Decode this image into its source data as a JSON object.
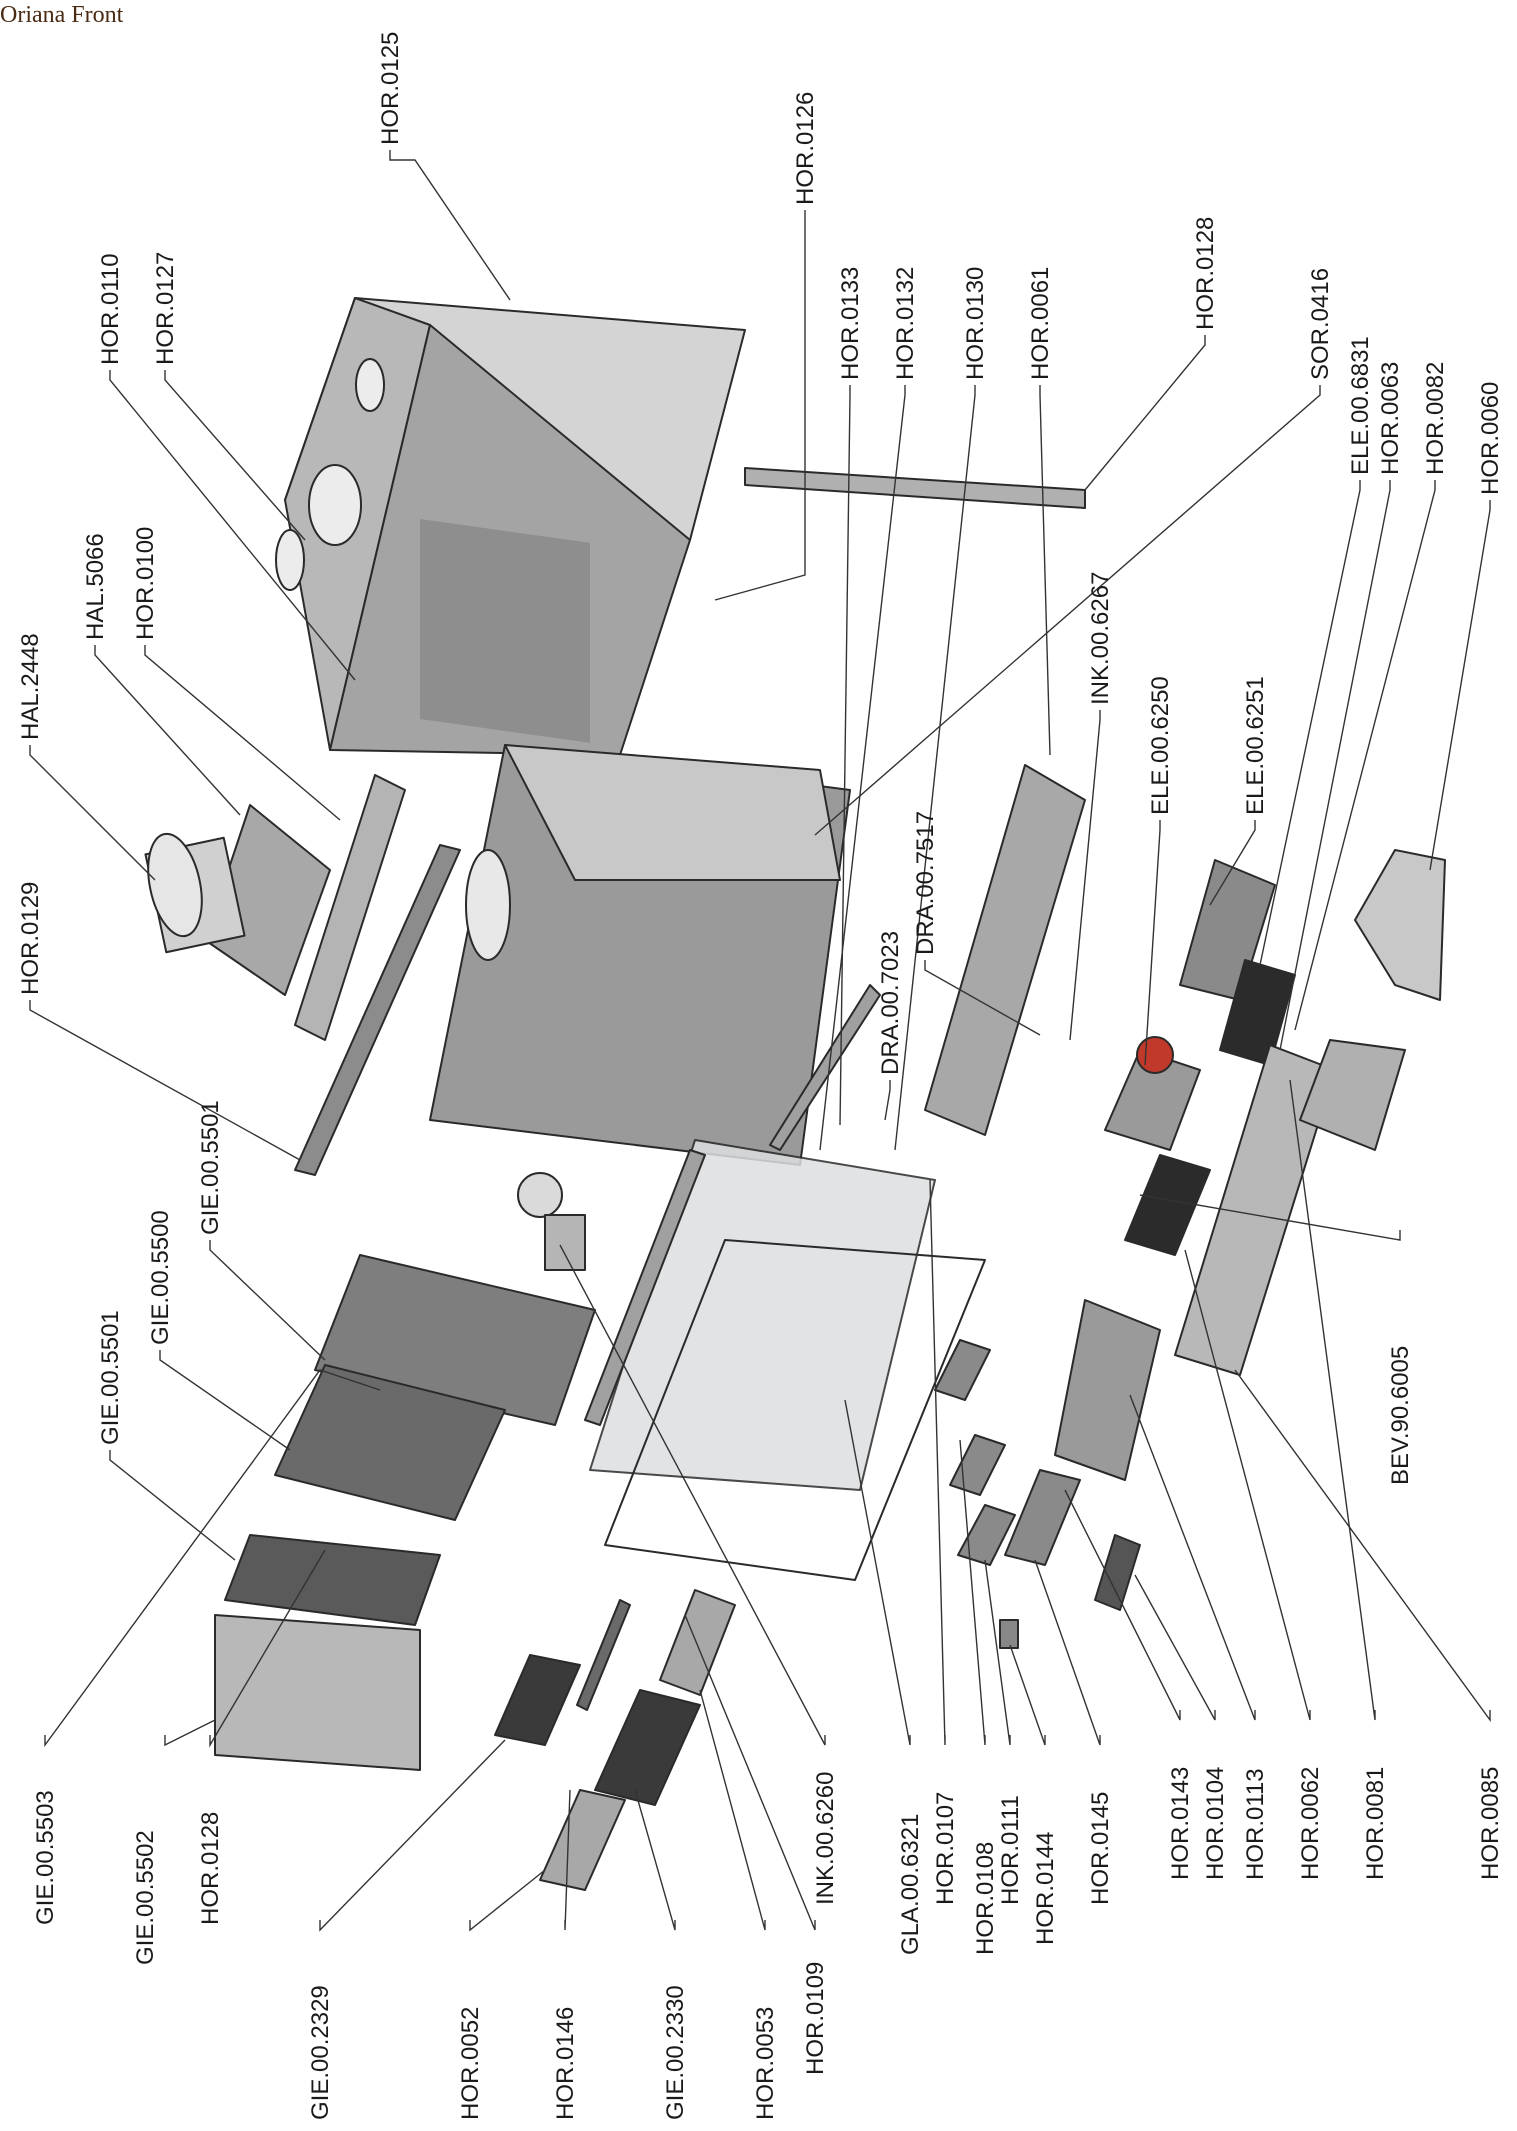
{
  "title": "Oriana Front",
  "colors": {
    "part_fill": "#b8b8b8",
    "part_fill_dark": "#8e8e8e",
    "part_fill_light": "#d4d4d4",
    "glass": "#dcdfe0",
    "dark_part": "#2b2b2b",
    "line": "#2a2a2a"
  },
  "labels": [
    "HOR.0125",
    "HOR.0126",
    "HOR.0110",
    "HOR.0127",
    "HOR.0133",
    "HOR.0132",
    "HOR.0130",
    "HOR.0061",
    "HOR.0128",
    "SOR.0416",
    "HAL.2448",
    "HAL.5066",
    "HOR.0100",
    "HOR.0129",
    "INK.00.6267",
    "ELE.00.6831",
    "HOR.0063",
    "HOR.0082",
    "HOR.0060",
    "ELE.00.6251",
    "ELE.00.6250",
    "DRA.00.7517",
    "DRA.00.7023",
    "GIE.00.5501",
    "GIE.00.5500",
    "GIE.00.5501",
    "BEV.90.6005",
    "GIE.00.5503",
    "GIE.00.5502",
    "HOR.0128",
    "GIE.00.2329",
    "HOR.0052",
    "HOR.0146",
    "GIE.00.2330",
    "HOR.0053",
    "HOR.0109",
    "INK.00.6260",
    "GLA.00.6321",
    "HOR.0107",
    "HOR.0108",
    "HOR.0111",
    "HOR.0144",
    "HOR.0145",
    "HOR.0143",
    "HOR.0104",
    "HOR.0113",
    "HOR.0062",
    "HOR.0081",
    "HOR.0085"
  ]
}
